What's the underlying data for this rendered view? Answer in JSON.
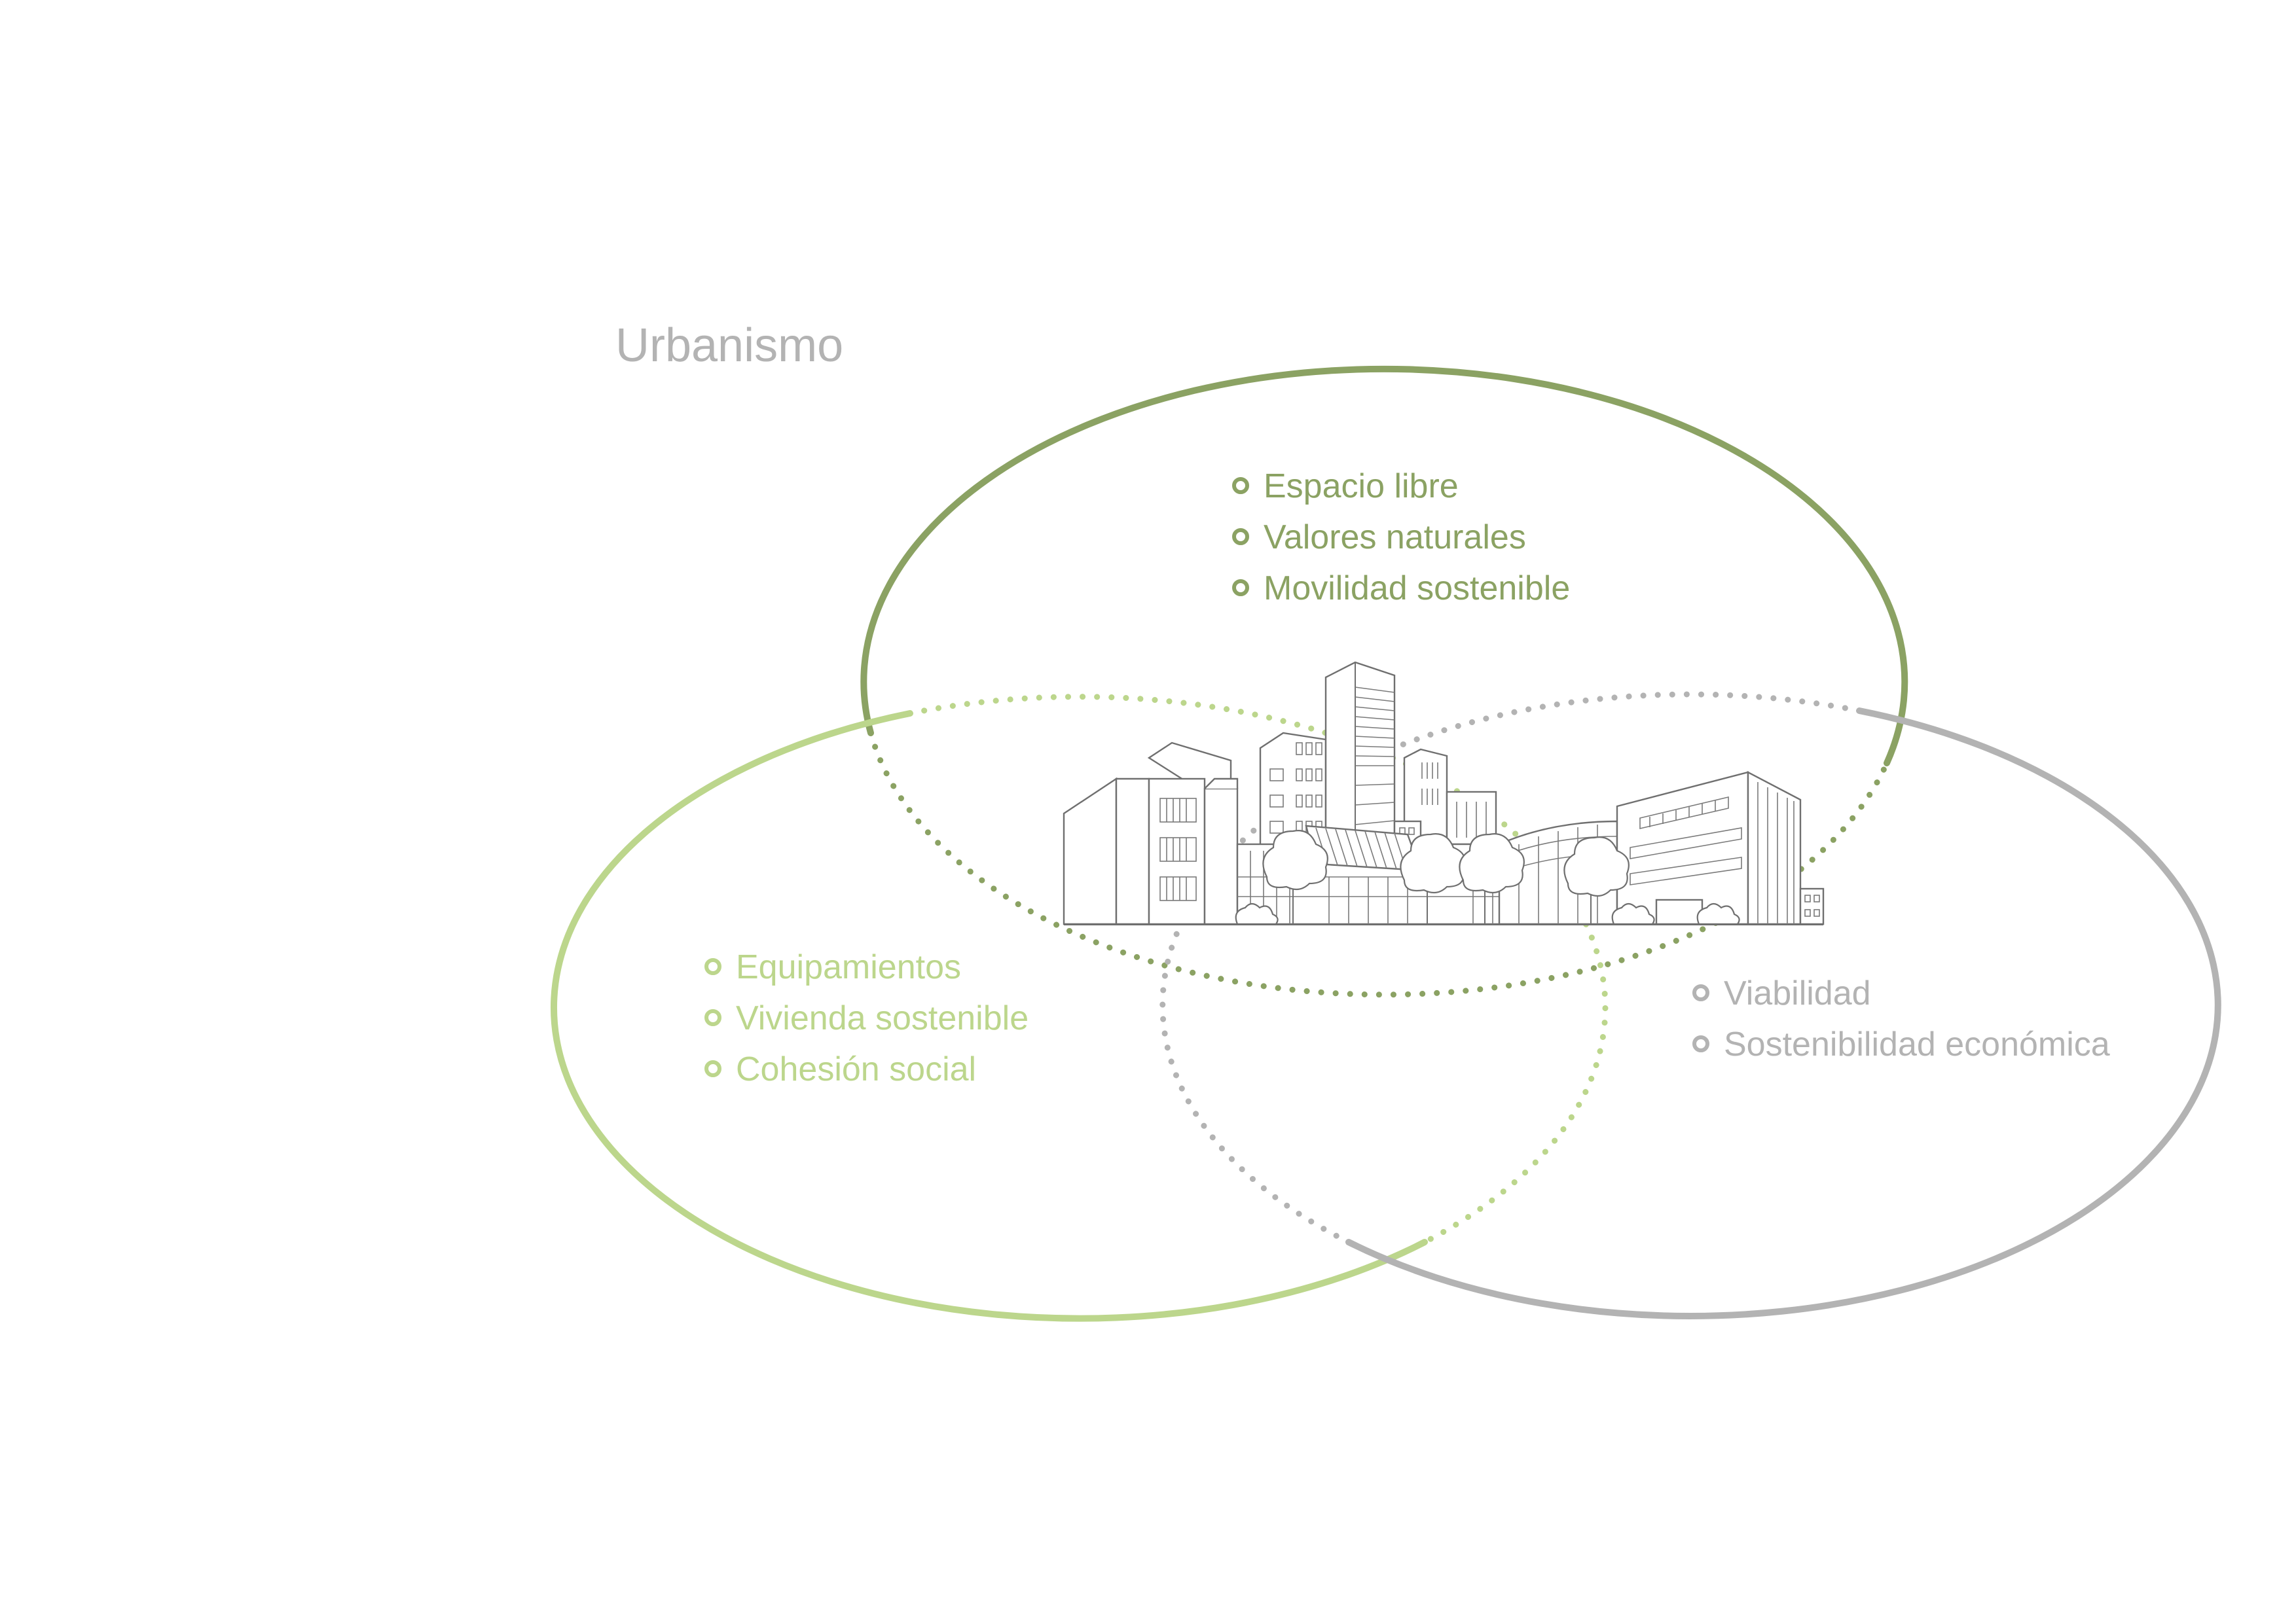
{
  "title": "Urbanismo",
  "colors": {
    "environmental": "#8ba263",
    "social": "#bcd68c",
    "economic": "#b3b3b3",
    "title": "#b3b3b3",
    "illustration": "#6f6f6f"
  },
  "groups": {
    "environmental": {
      "items": [
        "Espacio libre",
        "Valores naturales",
        "Movilidad sostenible"
      ]
    },
    "social": {
      "items": [
        "Equipamientos",
        "Vivienda sostenible",
        "Cohesión social"
      ]
    },
    "economic": {
      "items": [
        "Viabilidad",
        "Sostenibilidad económica"
      ]
    }
  },
  "illustration": {
    "icon": "city-skyline-illustration"
  }
}
